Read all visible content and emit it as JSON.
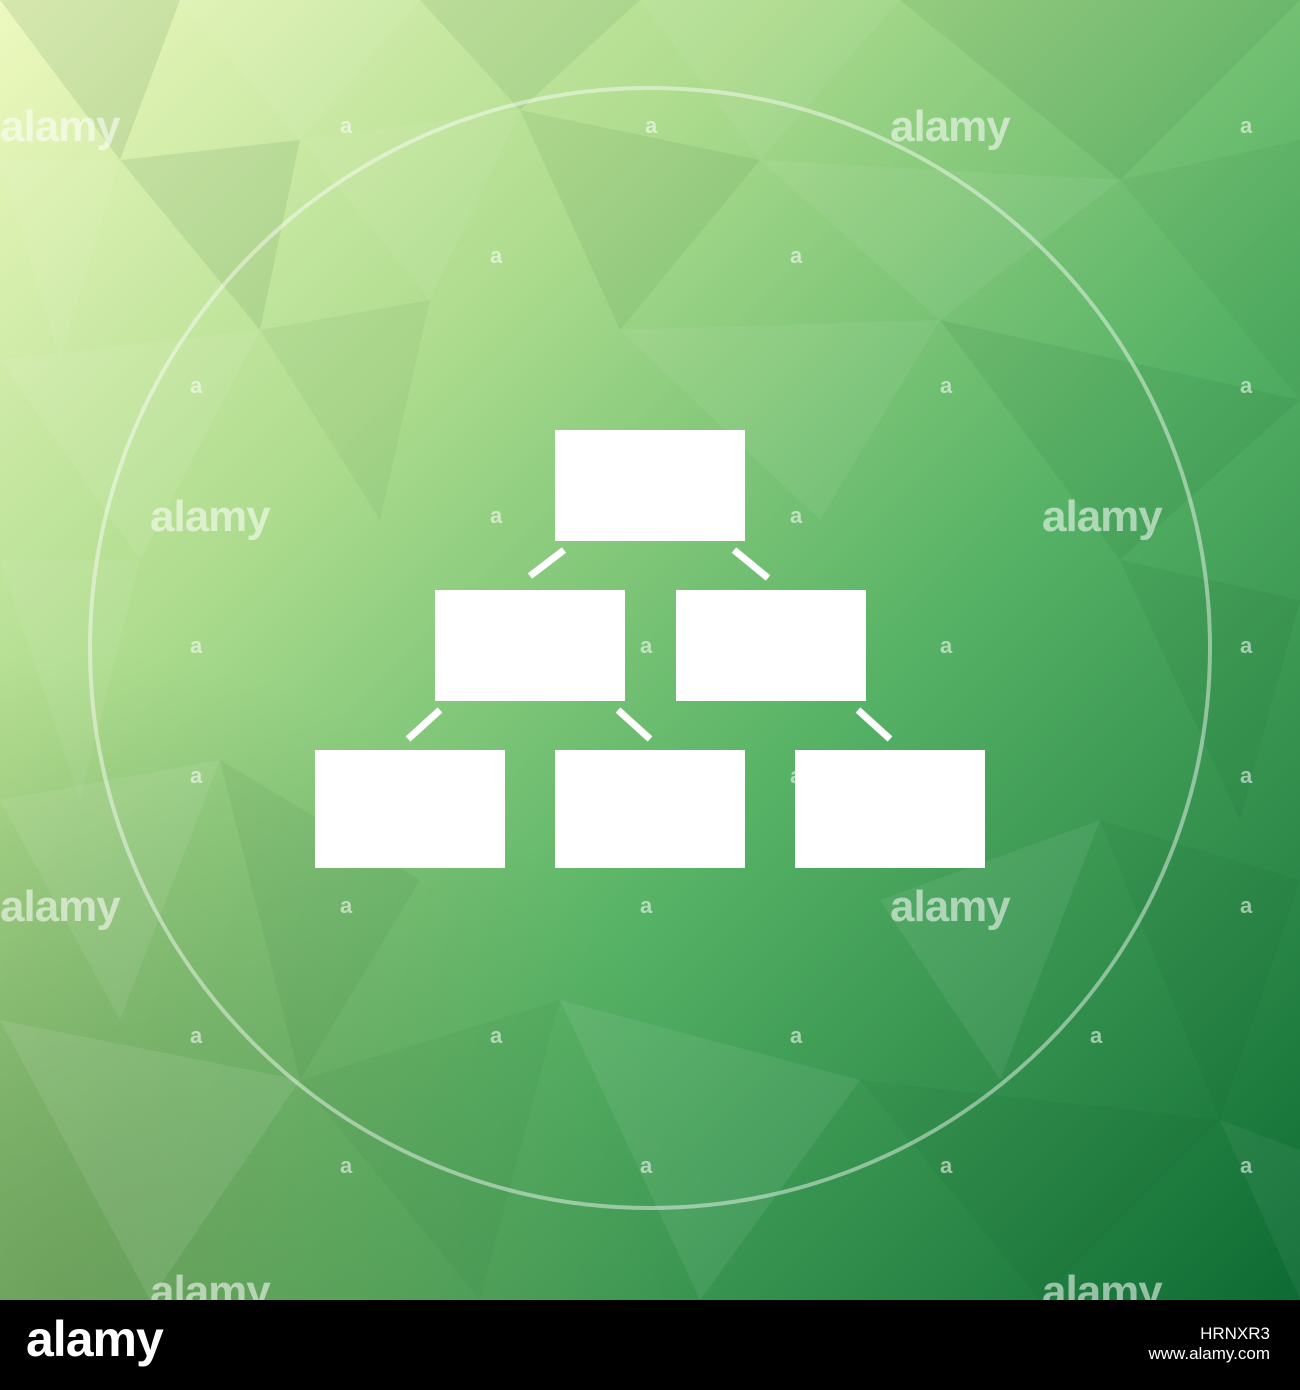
{
  "colors": {
    "background_light": "#eef9bf",
    "background_mid": "#7cc97a",
    "background_dark": "#0d6b33",
    "icon": "#ffffff",
    "footer": "#000000"
  },
  "icon": {
    "name": "hierarchy-pyramid-icon",
    "levels": [
      1,
      2,
      3
    ]
  },
  "watermark": {
    "word": "alamy",
    "mark": "a"
  },
  "footer": {
    "logo": "alamy",
    "image_id": "HRNXR3",
    "url": "www.alamy.com"
  }
}
